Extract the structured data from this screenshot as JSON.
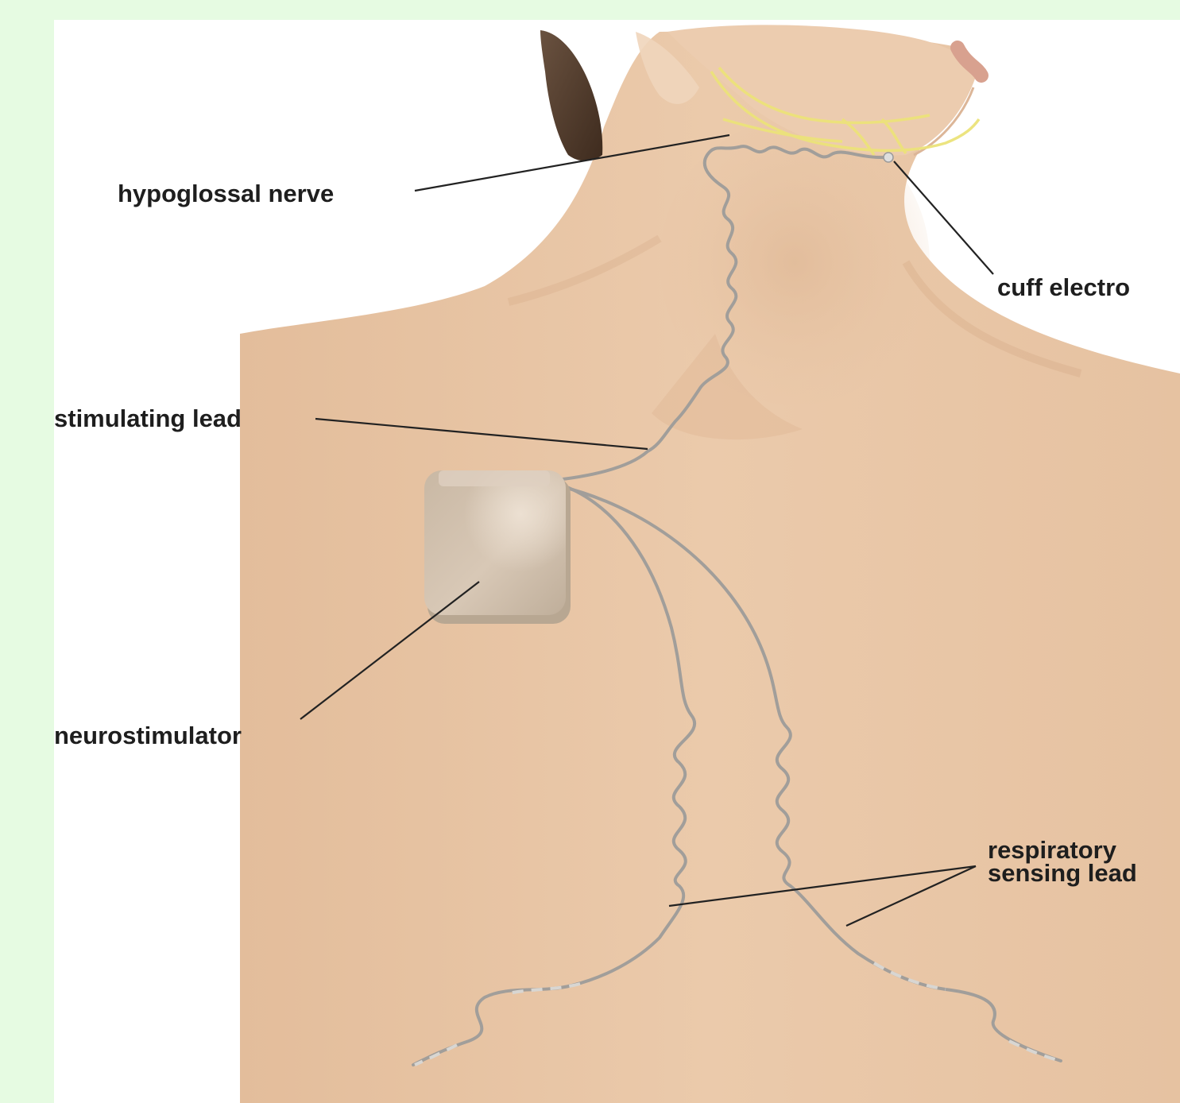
{
  "figure": {
    "colors": {
      "background": "#e6fbe2",
      "panel": "#ffffff",
      "skin": "#e8c6a6",
      "hair": "#5a4332",
      "lead": "#9c9a96",
      "nerve": "#ece37a",
      "device": "#cdbba7",
      "leader_line": "#222222",
      "text": "#1e1e1e"
    },
    "labels": {
      "hypoglossal_nerve": "hypoglossal nerve",
      "cuff_electrode": "cuff electro",
      "stimulating_lead": "stimulating lead",
      "neurostimulator": "neurostimulator",
      "respiratory_line1": "respiratory",
      "respiratory_line2": "sensing lead"
    }
  }
}
